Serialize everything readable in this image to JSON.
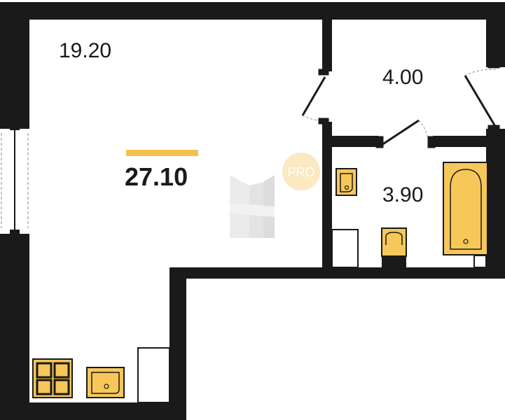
{
  "plan": {
    "total_area": "27.10",
    "rooms": [
      {
        "id": "main_room",
        "area": "19.20"
      },
      {
        "id": "hallway",
        "area": "4.00"
      },
      {
        "id": "bathroom",
        "area": "3.90"
      }
    ],
    "watermark_text": "PRO"
  },
  "colors": {
    "wall": "#1a1a1a",
    "fixture": "#f7c75a",
    "accent": "#f4c04f",
    "watermark": "#e0e0e0",
    "window": "#8a8a8a"
  },
  "icons": [
    "sink-icon",
    "stove-icon",
    "bathtub-icon",
    "toilet-icon",
    "door-swing-icon",
    "window-icon",
    "logo-watermark-icon"
  ]
}
